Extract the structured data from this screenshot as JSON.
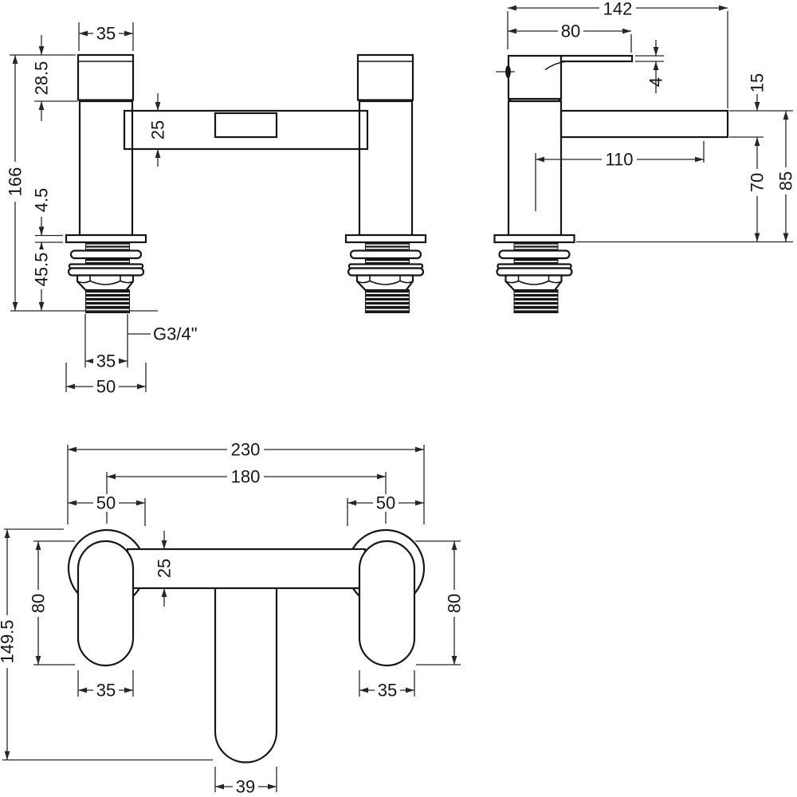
{
  "front": {
    "cap_width": "35",
    "cap_height": "28.5",
    "bridge_height": "25",
    "overall_height": "166",
    "flange_thickness": "4.5",
    "tail_length": "45.5",
    "thread_size": "G3/4\"",
    "thread_width": "35",
    "flange_width": "50"
  },
  "side": {
    "overall_depth": "142",
    "handle_length": "80",
    "handle_thickness": "4",
    "spout_thickness": "15",
    "spout_reach": "110",
    "underspout_height": "70",
    "spout_height": "85"
  },
  "plan": {
    "overall_width": "230",
    "hole_centres": "180",
    "left_diameter": "50",
    "right_diameter": "50",
    "bridge_width": "25",
    "left_handle_length": "80",
    "right_handle_length": "80",
    "overall_depth": "149.5",
    "left_handle_width": "35",
    "right_handle_width": "35",
    "spout_width": "39"
  }
}
